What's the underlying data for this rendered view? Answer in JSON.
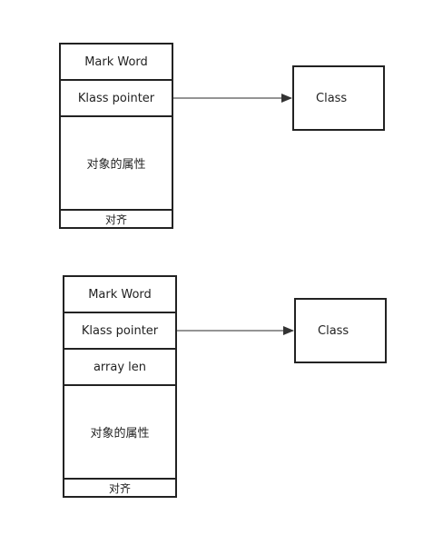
{
  "diagram_1": {
    "cells": {
      "mark_word": "Mark Word",
      "klass_pointer": "Klass pointer",
      "fields": "对象的属性",
      "padding": "对齐"
    },
    "target": "Class"
  },
  "diagram_2": {
    "cells": {
      "mark_word": "Mark Word",
      "klass_pointer": "Klass pointer",
      "array_len": "array len",
      "fields": "对象的属性",
      "padding": "对齐"
    },
    "target": "Class"
  },
  "colors": {
    "stroke": "#222222",
    "arrow": "#555555",
    "background": "#ffffff"
  }
}
